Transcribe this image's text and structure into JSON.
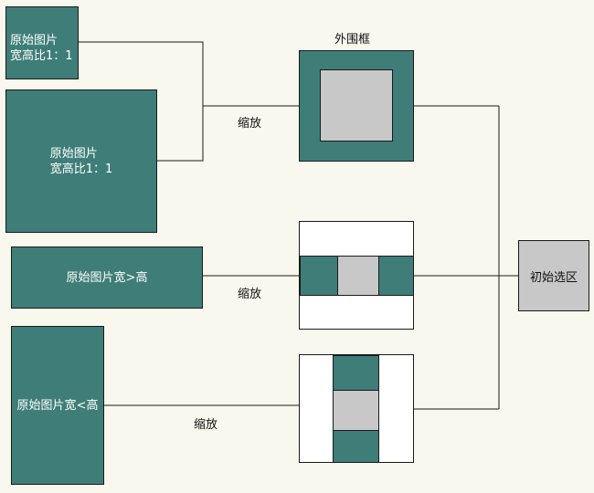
{
  "colors": {
    "background": "#f8f8ee",
    "teal": "#3f7d78",
    "gray": "#c8c8c8",
    "white": "#ffffff",
    "line": "#1a1a1a"
  },
  "sources": {
    "small_square": {
      "line1": "原始图片",
      "line2": "宽高比1：1"
    },
    "large_square": {
      "line1": "原始图片",
      "line2": "宽高比1：1"
    },
    "wide": {
      "label": "原始图片宽>高"
    },
    "tall": {
      "label": "原始图片宽<高"
    }
  },
  "scale_labels": [
    "缩放",
    "缩放",
    "缩放"
  ],
  "outer_frame_label": "外围框",
  "initial_selection_label": "初始选区"
}
